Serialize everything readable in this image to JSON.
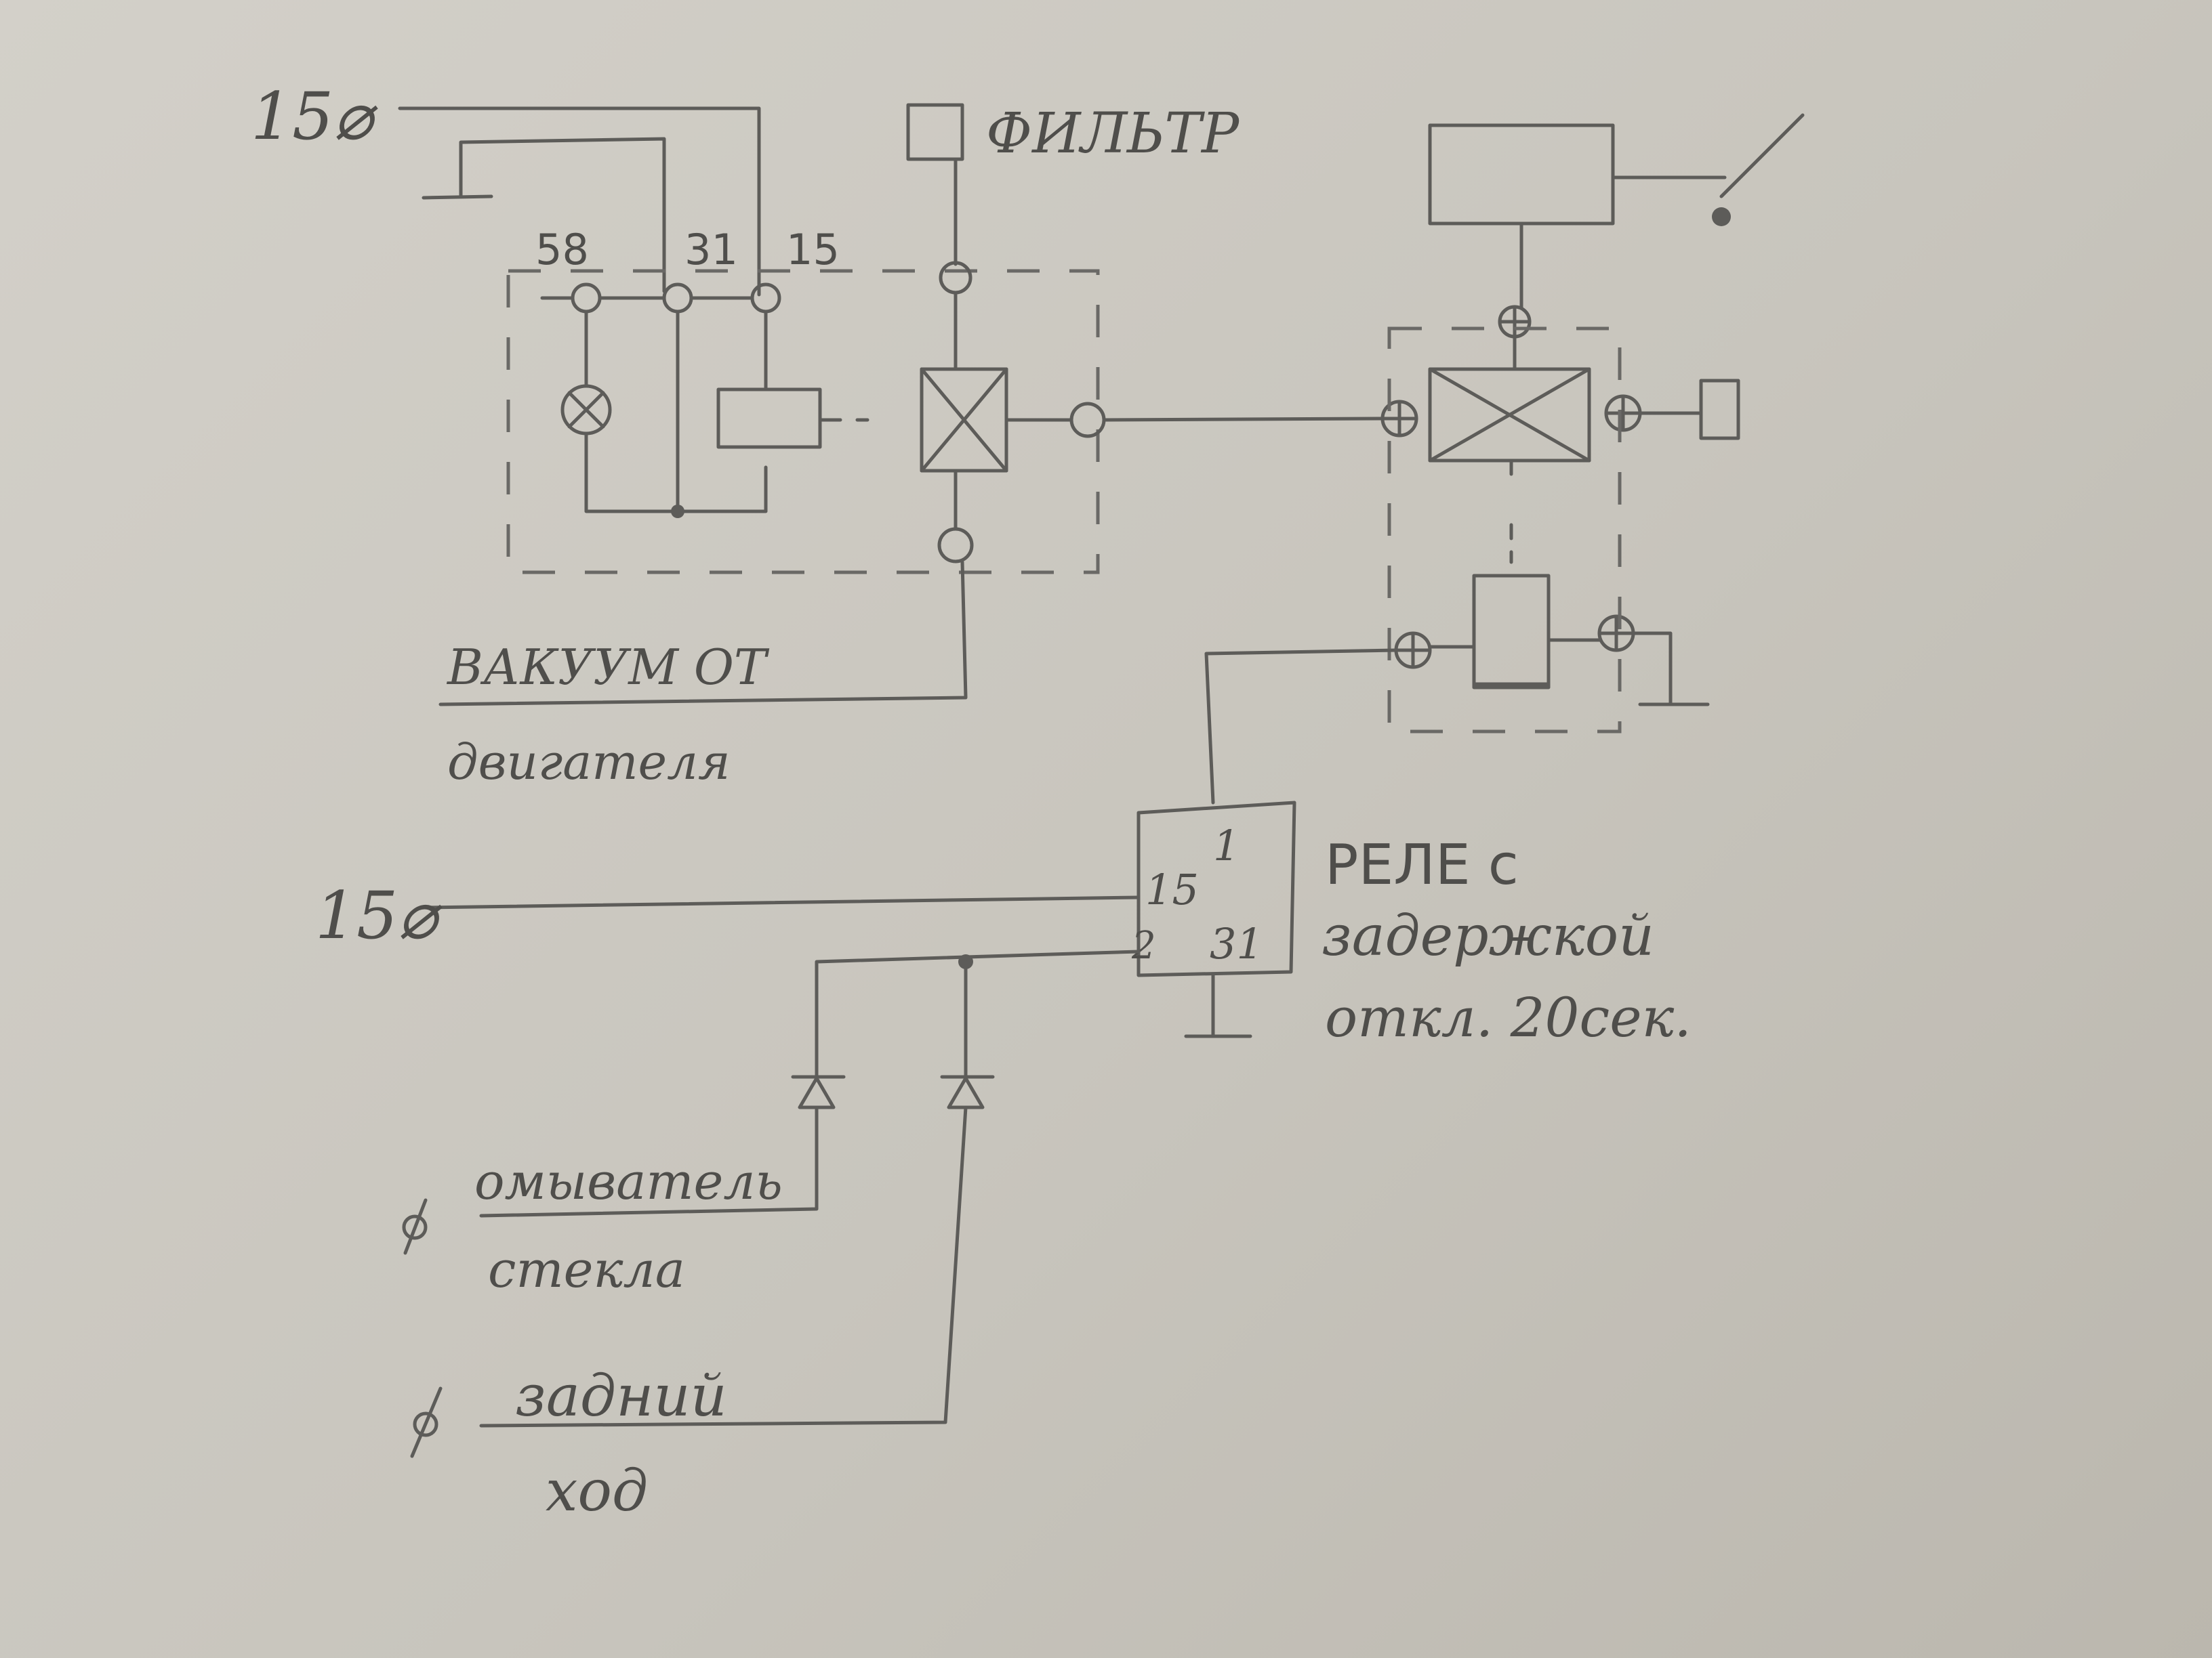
{
  "labels": {
    "supply_top": "15⌀",
    "supply_mid": "15⌀",
    "pin_58": "58",
    "pin_31": "31",
    "pin_15": "15",
    "filter": "ФИЛЬТР",
    "vacuum_line1": "ВАКУУМ ОТ",
    "vacuum_line2": "двигателя",
    "relay_line1": "РЕЛЕ с",
    "relay_line2": "задержкой",
    "relay_line3": "откл. 20сек.",
    "relay_pin_1": "1",
    "relay_pin_15": "15",
    "relay_pin_2": "2",
    "relay_pin_31": "31",
    "washer_line1": "омыватель",
    "washer_line2": "стекла",
    "reverse_line1": "задний",
    "reverse_line2": "ход",
    "washer_term": "⌀",
    "reverse_term": "⌀"
  },
  "colors": {
    "ink": "#5d5c59",
    "paper": "#cfccc5"
  }
}
